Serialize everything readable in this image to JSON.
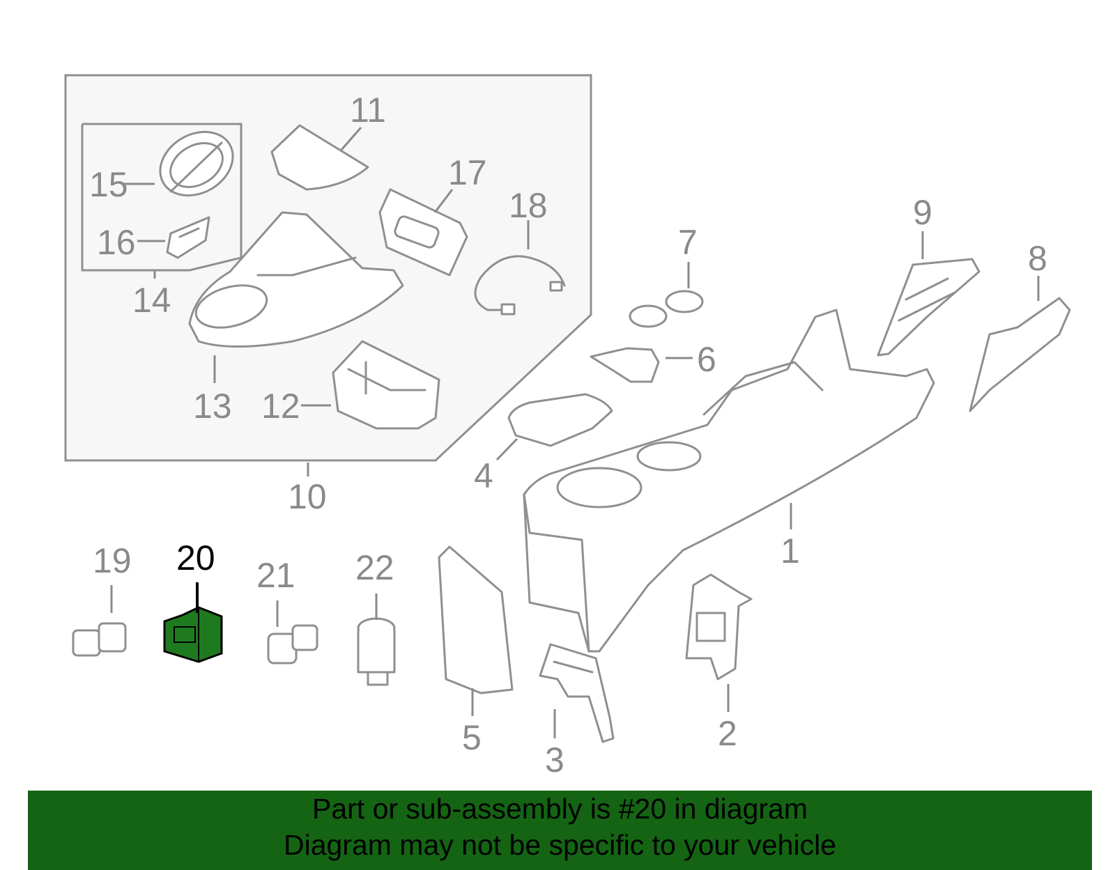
{
  "diagram": {
    "callouts": {
      "c1": "1",
      "c2": "2",
      "c3": "3",
      "c4": "4",
      "c5": "5",
      "c6": "6",
      "c7": "7",
      "c8": "8",
      "c9": "9",
      "c10": "10",
      "c11": "11",
      "c12": "12",
      "c13": "13",
      "c14": "14",
      "c15": "15",
      "c16": "16",
      "c17": "17",
      "c18": "18",
      "c19": "19",
      "c20": "20",
      "c21": "21",
      "c22": "22"
    },
    "highlighted_part": "20",
    "colors": {
      "line": "#8f8f8f",
      "highlight": "#1f7a1f",
      "footer_bg": "#146414",
      "inset_bg": "#f7f7f7"
    }
  },
  "footer": {
    "line1": "Part or sub-assembly is #20 in diagram",
    "line2": "Diagram may not be specific to your vehicle"
  }
}
